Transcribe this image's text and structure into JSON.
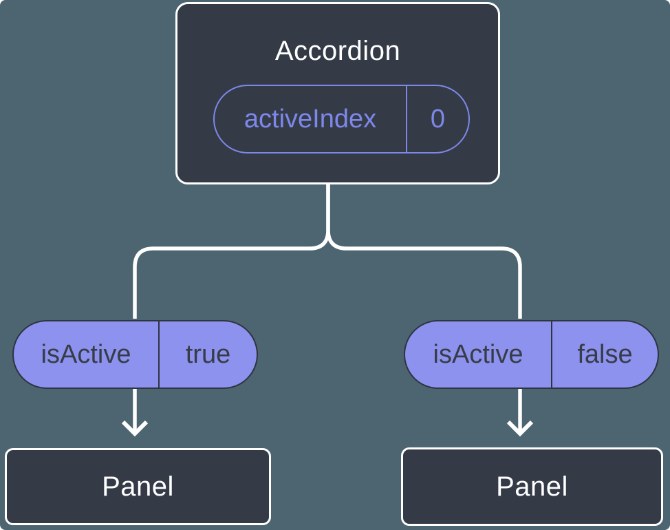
{
  "colors": {
    "background": "#4D6570",
    "node_fill": "#343B47",
    "node_border": "#FFFFFF",
    "node_text": "#FFFFFF",
    "pill_fill": "#8C92EE",
    "pill_border": "#2E3440",
    "pill_text": "#373C47",
    "accent_purple": "#7E88EA",
    "connector": "#FFFFFF"
  },
  "diagram": {
    "root": {
      "title": "Accordion",
      "state_pill": {
        "name": "activeIndex",
        "value": "0"
      }
    },
    "children": [
      {
        "prop_pill": {
          "name": "isActive",
          "value": "true"
        },
        "node": {
          "title": "Panel"
        }
      },
      {
        "prop_pill": {
          "name": "isActive",
          "value": "false"
        },
        "node": {
          "title": "Panel"
        }
      }
    ]
  }
}
